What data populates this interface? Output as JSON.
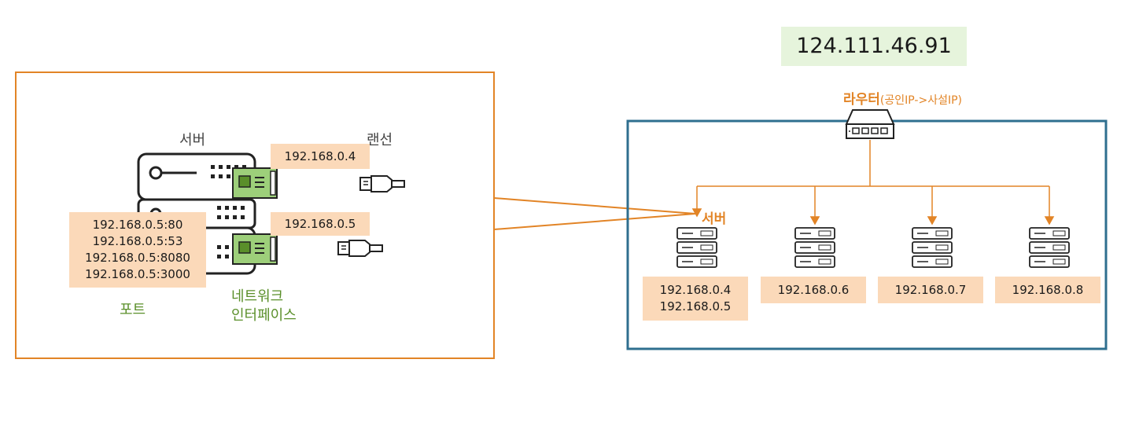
{
  "public_ip": "124.111.46.91",
  "router": {
    "label_main": "라우터",
    "label_sub": "(공인IP->사설IP)",
    "icon": "router-icon"
  },
  "detail": {
    "server_label": "서버",
    "cable_label": "랜선",
    "nic_ip_1": "192.168.0.4",
    "nic_ip_2": "192.168.0.5",
    "ports": [
      "192.168.0.5:80",
      "192.168.0.5:53",
      "192.168.0.5:8080",
      "192.168.0.5:3000"
    ],
    "port_label": "포트",
    "nic_label_line1": "네트워크",
    "nic_label_line2": "인터페이스"
  },
  "network": {
    "server_label": "서버",
    "servers": [
      {
        "ips": [
          "192.168.0.4",
          "192.168.0.5"
        ]
      },
      {
        "ips": [
          "192.168.0.6"
        ]
      },
      {
        "ips": [
          "192.168.0.7"
        ]
      },
      {
        "ips": [
          "192.168.0.8"
        ]
      }
    ]
  },
  "colors": {
    "orange": "#e28426",
    "teal": "#2f6f8f",
    "peach": "#fbd9b9",
    "green_box": "#e6f4dc",
    "nic_green": "#9dcf7a"
  }
}
